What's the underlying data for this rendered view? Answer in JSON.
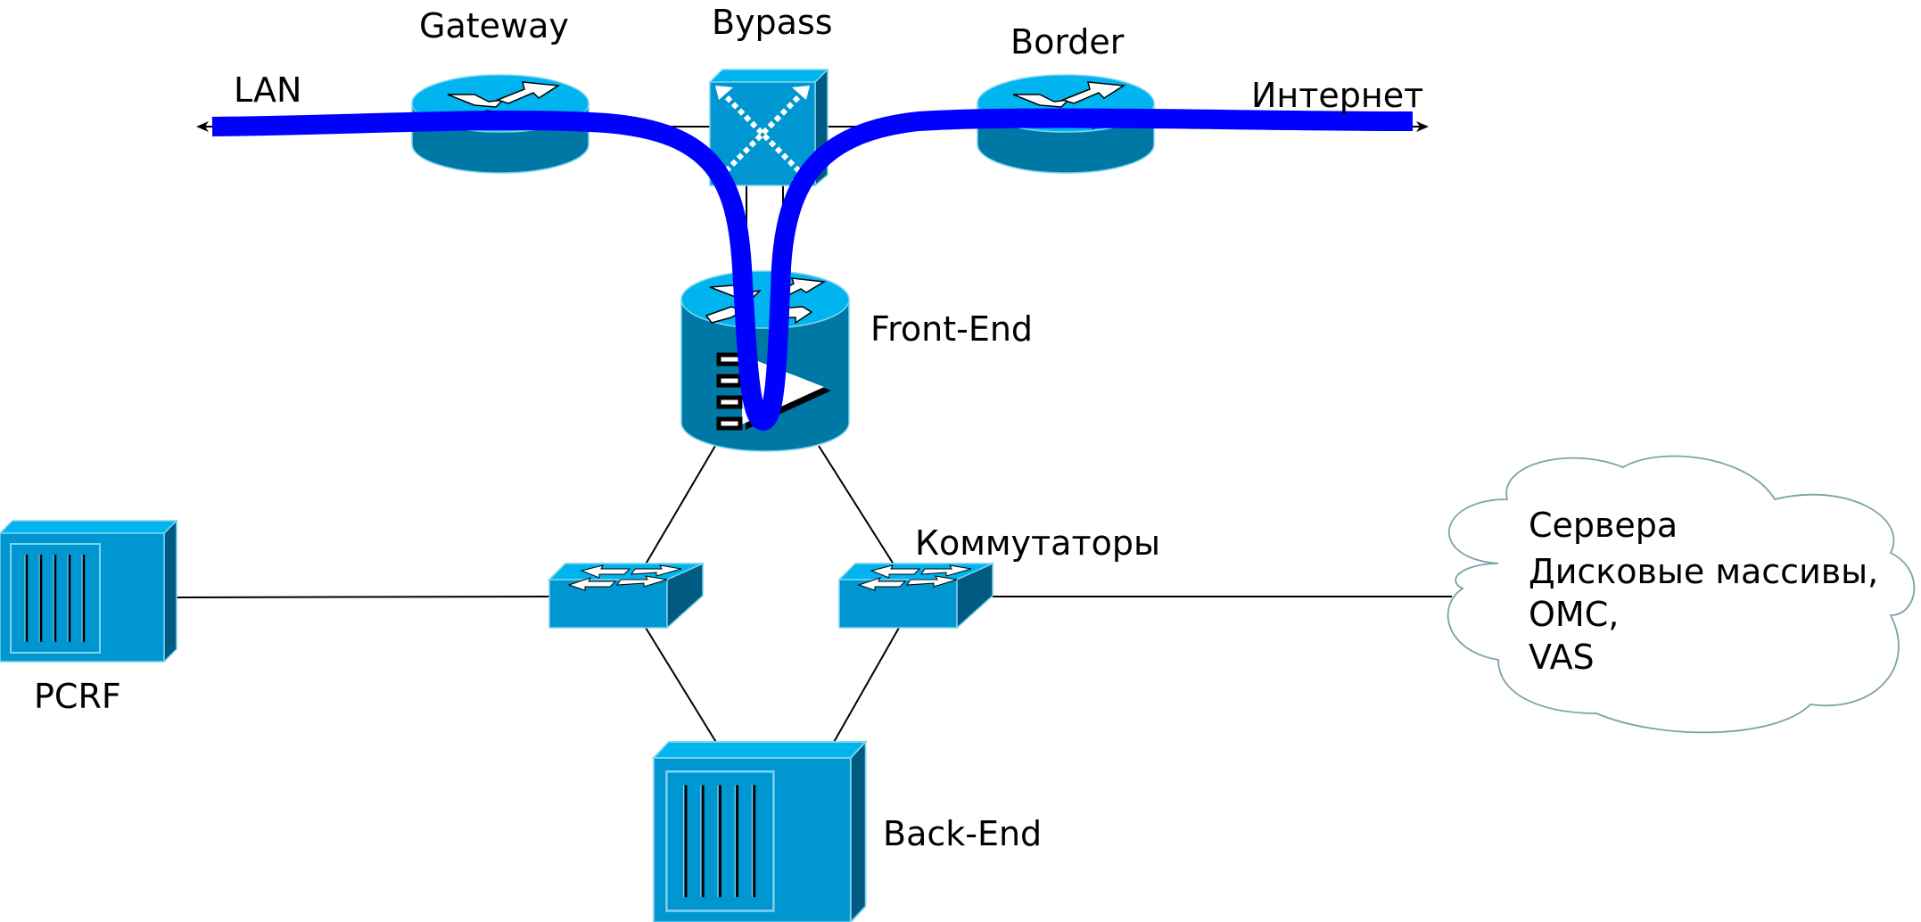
{
  "diagram": {
    "title": "",
    "nodes": {
      "lan": {
        "label": "LAN",
        "type": "endpoint"
      },
      "gateway": {
        "label": "Gateway",
        "type": "router"
      },
      "bypass": {
        "label": "Bypass",
        "type": "bypass-switch"
      },
      "border": {
        "label": "Border",
        "type": "router"
      },
      "internet": {
        "label": "Интернет",
        "type": "endpoint"
      },
      "frontend": {
        "label": "Front-End",
        "type": "content-router"
      },
      "switches": {
        "label": "Коммутаторы",
        "type": "switch"
      },
      "pcrf": {
        "label": "PCRF",
        "type": "server"
      },
      "backend": {
        "label": "Back-End",
        "type": "server"
      },
      "cloud": {
        "type": "cloud",
        "lines": [
          "Сервера",
          "Дисковые массивы,",
          "OMC,",
          "VAS"
        ]
      }
    },
    "edges": [
      [
        "lan",
        "gateway"
      ],
      [
        "gateway",
        "bypass"
      ],
      [
        "bypass",
        "border"
      ],
      [
        "border",
        "internet"
      ],
      [
        "bypass",
        "frontend"
      ],
      [
        "frontend",
        "switch-left"
      ],
      [
        "frontend",
        "switch-right"
      ],
      [
        "switch-left",
        "pcrf"
      ],
      [
        "switch-right",
        "cloud"
      ],
      [
        "switch-left",
        "backend"
      ],
      [
        "switch-right",
        "backend"
      ]
    ],
    "traffic_path": {
      "description": "LAN → Gateway → Bypass → Front-End → Bypass → Border → Интернет",
      "color": "#0000ff"
    },
    "colors": {
      "device_top": "#00b4f0",
      "device_front": "#0096d2",
      "device_side": "#005a82",
      "router_body": "#0078a5",
      "cloud_stroke": "#7aa3a8",
      "flow": "#0000ff"
    }
  }
}
